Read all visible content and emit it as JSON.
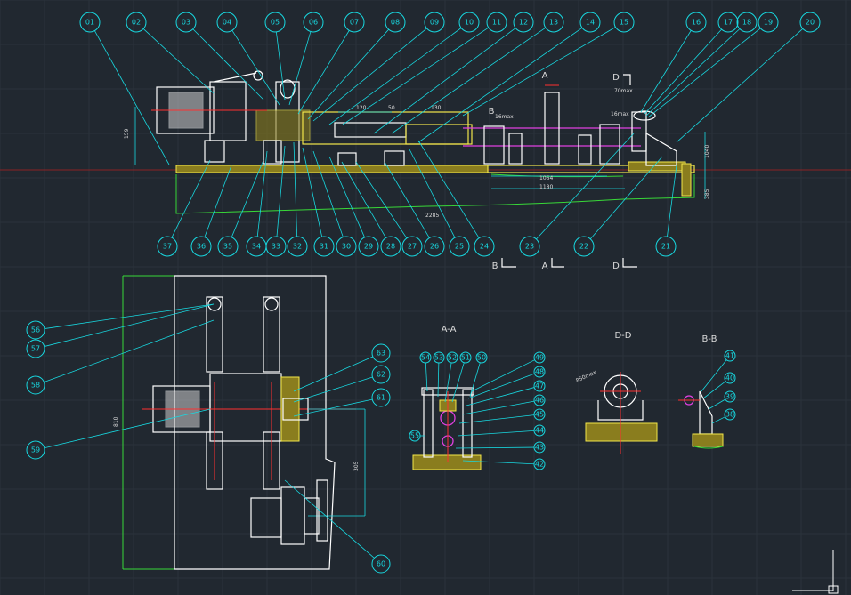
{
  "balloons_top": [
    "01",
    "02",
    "03",
    "04",
    "05",
    "06",
    "07",
    "08",
    "09",
    "10",
    "11",
    "12",
    "13",
    "14",
    "15",
    "16",
    "17",
    "18",
    "19",
    "20"
  ],
  "balloons_bottom": [
    "37",
    "36",
    "35",
    "34",
    "33",
    "32",
    "31",
    "30",
    "29",
    "28",
    "27",
    "26",
    "25",
    "24",
    "23",
    "22",
    "21"
  ],
  "balloons_plan": [
    "56",
    "57",
    "58",
    "59",
    "63",
    "62",
    "61",
    "60"
  ],
  "balloons_aa_top": [
    "54",
    "53",
    "52",
    "51",
    "50"
  ],
  "balloons_aa_side": [
    "49",
    "48",
    "47",
    "46",
    "45",
    "44",
    "43",
    "42",
    "55"
  ],
  "balloons_bb": [
    "41",
    "40",
    "39",
    "38"
  ],
  "section_labels": {
    "aa": "A-A",
    "dd": "D-D",
    "bb": "B-B"
  },
  "cut_letters": {
    "a": "A",
    "b": "B",
    "d": "D"
  },
  "dimensions": {
    "d120": "120",
    "d50": "50",
    "d130": "130",
    "d1064": "1064",
    "d1180": "1180",
    "d2285": "2285",
    "d159": "159",
    "d385": "385",
    "d1040": "1040",
    "d16": "16max",
    "d70": "70max",
    "d16b": "16max",
    "d305": "305",
    "d810": "810",
    "d850": "850max"
  }
}
